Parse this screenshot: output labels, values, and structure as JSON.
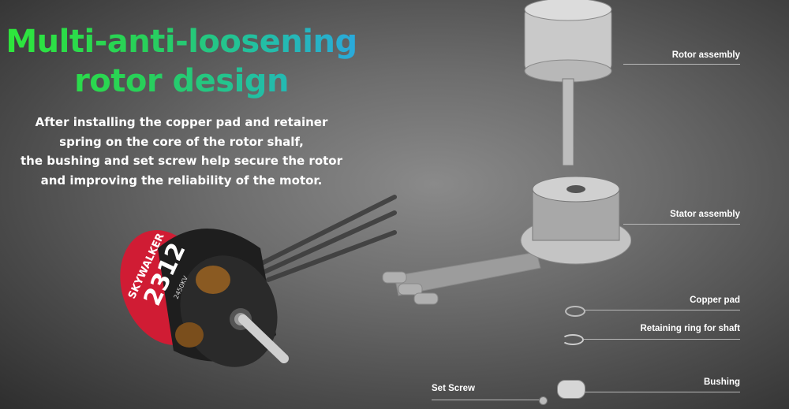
{
  "headline": {
    "line1": "Multi-anti-loosening",
    "line2": "rotor design",
    "gradient_colors": [
      "#2ee83a",
      "#22c0a0",
      "#2aa8e0"
    ]
  },
  "body_copy": {
    "lines": [
      "After installing the copper pad and retainer",
      "spring on the core of the rotor shalf,",
      "the bushing and set screw help secure the rotor",
      "and improving the reliability of the motor."
    ]
  },
  "motor": {
    "brand": "SKYWALKER",
    "model": "2312",
    "kv": "2450KV",
    "accent_color": "#e8203a"
  },
  "parts": [
    {
      "label": "Rotor assembly"
    },
    {
      "label": "Stator assembly"
    },
    {
      "label": "Copper pad"
    },
    {
      "label": "Retaining ring for shaft"
    },
    {
      "label": "Set Screw"
    },
    {
      "label": "Bushing"
    }
  ]
}
